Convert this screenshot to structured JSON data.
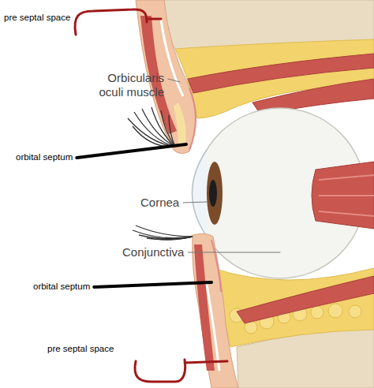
{
  "diagram": {
    "labels": [
      "pre septal space",
      "Orbicularis oculi muscle",
      "orbital septum",
      "Cornea",
      "Conjunctiva",
      "orbital septum",
      "pre septal space"
    ]
  }
}
